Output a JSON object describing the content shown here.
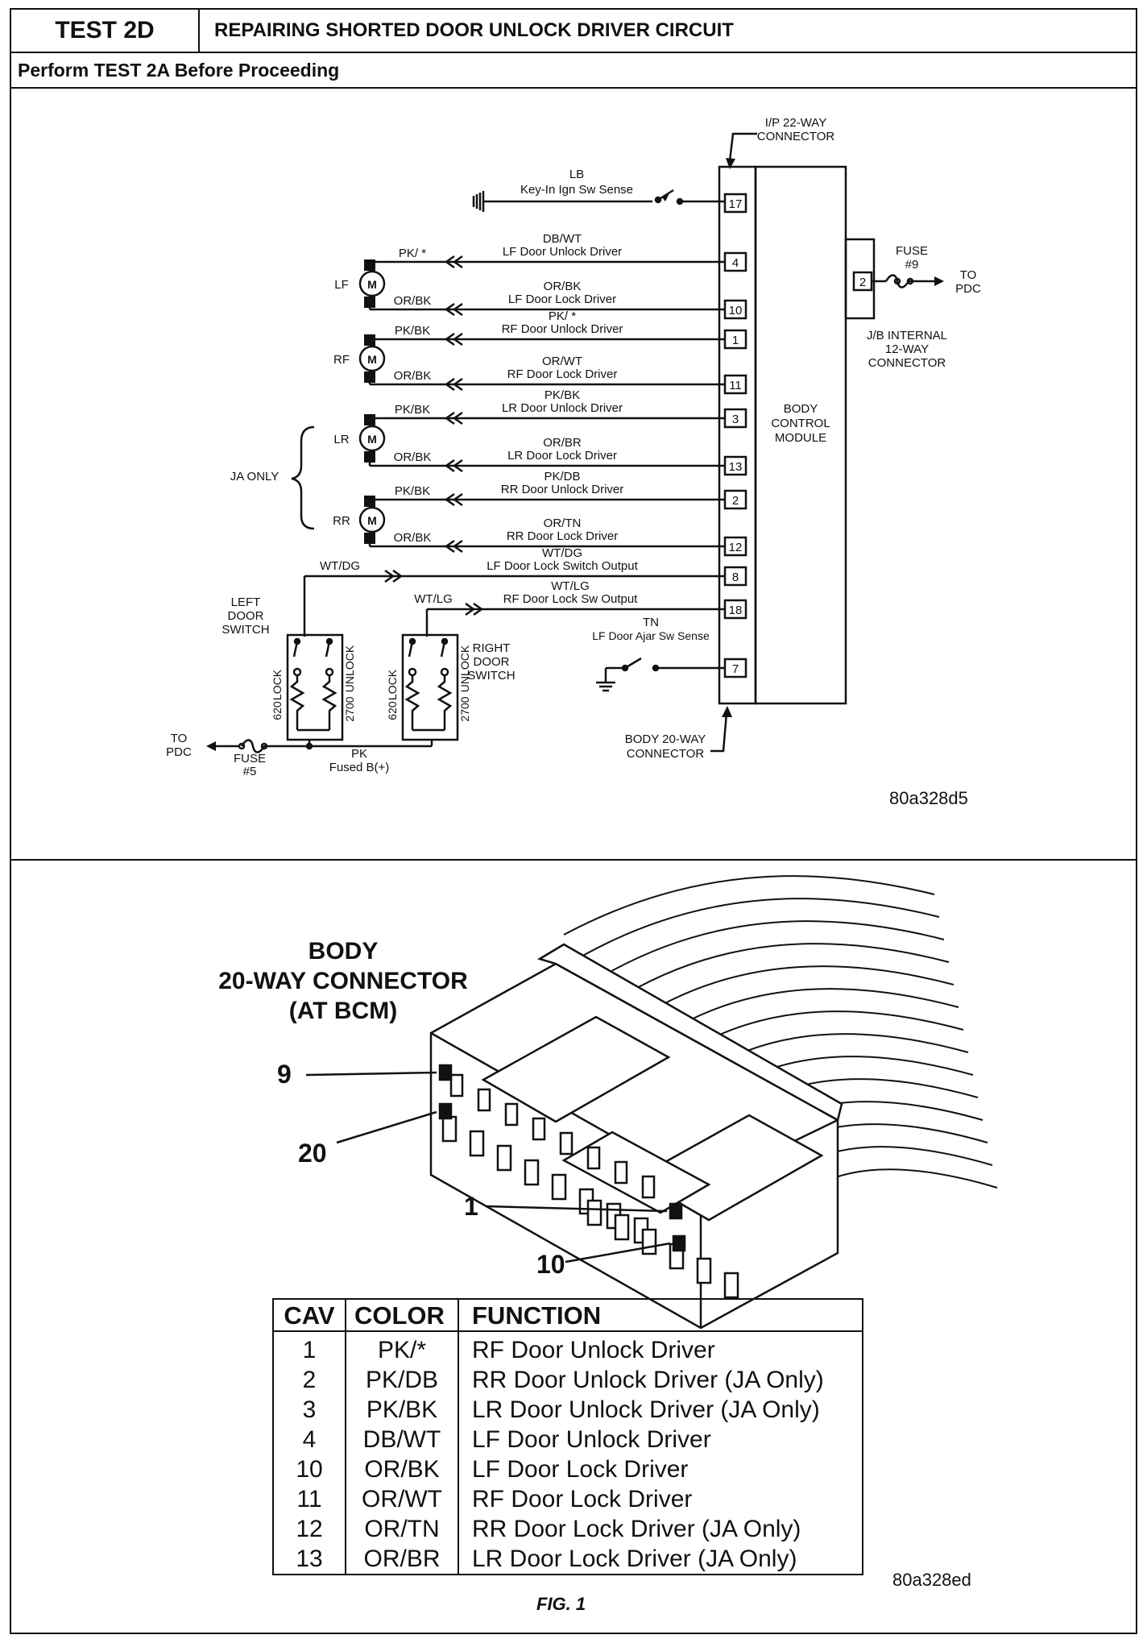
{
  "header": {
    "test_id": "TEST 2D",
    "title": "REPAIRING SHORTED DOOR UNLOCK DRIVER CIRCUIT",
    "prereq": "Perform TEST 2A Before Proceeding"
  },
  "schematic": {
    "ip_connector": [
      "I/P 22-WAY",
      "CONNECTOR"
    ],
    "bcm_label": [
      "BODY",
      "CONTROL",
      "MODULE"
    ],
    "jb_connector": [
      "J/B INTERNAL",
      "12-WAY",
      "CONNECTOR"
    ],
    "body_connector": [
      "BODY 20-WAY",
      "CONNECTOR"
    ],
    "fuse9": [
      "FUSE",
      "#9"
    ],
    "fuse9_cavity": "2",
    "to_pdc_right": [
      "TO",
      "PDC"
    ],
    "to_pdc_left": [
      "TO",
      "PDC"
    ],
    "fuse5": [
      "FUSE",
      "#5"
    ],
    "pk_fused": [
      "PK",
      "Fused B(+)"
    ],
    "ja_only": "JA ONLY",
    "motor_symbol": "M",
    "key_in": {
      "color": "LB",
      "name": "Key-In Ign Sw Sense",
      "cavity": "17"
    },
    "circuits": [
      {
        "wire_color": "DB/WT",
        "name": "LF Door Unlock Driver",
        "cavity": "4",
        "motor_side_color": "PK/ *"
      },
      {
        "wire_color": "OR/BK",
        "name": "LF Door Lock Driver",
        "cavity": "10",
        "motor_side_color": "OR/BK"
      },
      {
        "wire_color": "PK/ *",
        "name": "RF Door Unlock Driver",
        "cavity": "1",
        "motor_side_color": "PK/BK"
      },
      {
        "wire_color": "OR/WT",
        "name": "RF Door Lock Driver",
        "cavity": "11",
        "motor_side_color": "OR/BK"
      },
      {
        "wire_color": "PK/BK",
        "name": "LR Door Unlock Driver",
        "cavity": "3",
        "motor_side_color": "PK/BK"
      },
      {
        "wire_color": "OR/BR",
        "name": "LR Door Lock Driver",
        "cavity": "13",
        "motor_side_color": "OR/BK"
      },
      {
        "wire_color": "PK/DB",
        "name": "RR Door Unlock Driver",
        "cavity": "2",
        "motor_side_color": "PK/BK"
      },
      {
        "wire_color": "OR/TN",
        "name": "RR Door Lock Driver",
        "cavity": "12",
        "motor_side_color": "OR/BK"
      },
      {
        "wire_color": "WT/DG",
        "name": "LF Door Lock Switch Output",
        "cavity": "8",
        "motor_side_color": "WT/DG"
      },
      {
        "wire_color": "WT/LG",
        "name": "RF Door Lock Sw Output",
        "cavity": "18",
        "motor_side_color": "WT/LG"
      },
      {
        "wire_color": "TN",
        "name": "LF Door Ajar Sw Sense",
        "cavity": "7",
        "motor_side_color": ""
      }
    ],
    "motors": [
      "LF",
      "RF",
      "LR",
      "RR"
    ],
    "left_switch": {
      "name": [
        "LEFT",
        "DOOR",
        "SWITCH"
      ],
      "lock": "LOCK",
      "unlock": "UNLOCK",
      "r_lock": "620",
      "r_unlock": "2700"
    },
    "right_switch": {
      "name": [
        "RIGHT",
        "DOOR",
        "SWITCH"
      ],
      "lock": "LOCK",
      "unlock": "UNLOCK",
      "r_lock": "620",
      "r_unlock": "2700"
    },
    "ref_code": "80a328d5"
  },
  "connector_figure": {
    "title": [
      "BODY",
      "20-WAY CONNECTOR",
      "(AT BCM)"
    ],
    "pins": {
      "p9": "9",
      "p20": "20",
      "p1": "1",
      "p10": "10"
    },
    "table": {
      "headers": [
        "CAV",
        "COLOR",
        "FUNCTION"
      ],
      "rows": [
        [
          "1",
          "PK/*",
          "RF Door Unlock Driver"
        ],
        [
          "2",
          "PK/DB",
          "RR Door Unlock Driver (JA Only)"
        ],
        [
          "3",
          "PK/BK",
          "LR Door Unlock Driver (JA Only)"
        ],
        [
          "4",
          "DB/WT",
          "LF Door Unlock Driver"
        ],
        [
          "10",
          "OR/BK",
          "LF Door Lock Driver"
        ],
        [
          "11",
          "OR/WT",
          "RF Door Lock Driver"
        ],
        [
          "12",
          "OR/TN",
          "RR Door Lock Driver (JA Only)"
        ],
        [
          "13",
          "OR/BR",
          "LR Door Lock Driver (JA Only)"
        ]
      ]
    },
    "ref_code": "80a328ed",
    "fig_label": "FIG. 1"
  }
}
